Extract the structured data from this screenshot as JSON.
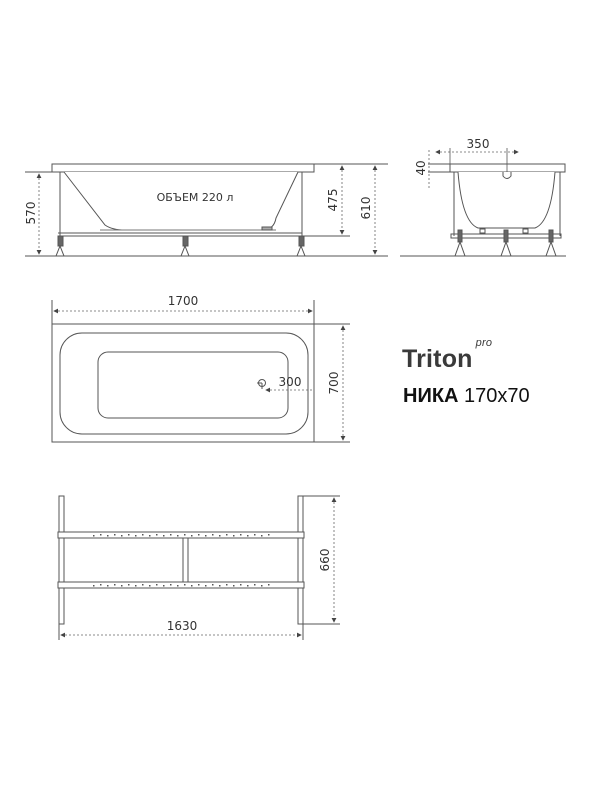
{
  "product": {
    "brand": "Triton",
    "brand_suffix": "pro",
    "model_name": "НИКА",
    "model_size": "170x70"
  },
  "side_view": {
    "volume_label": "ОБЪЕМ 220 л",
    "dimensions": {
      "leg_height": "570",
      "depth": "475",
      "total_height": "610"
    }
  },
  "end_view": {
    "dimensions": {
      "drain_offset": "350",
      "rim_thickness": "40"
    }
  },
  "top_view": {
    "dimensions": {
      "length": "1700",
      "width": "700",
      "drain_to_edge": "300"
    }
  },
  "frame_view": {
    "dimensions": {
      "frame_length": "1630",
      "frame_width": "660"
    }
  },
  "colors": {
    "line": "#555555",
    "dim_line": "#666666",
    "text": "#333333"
  }
}
